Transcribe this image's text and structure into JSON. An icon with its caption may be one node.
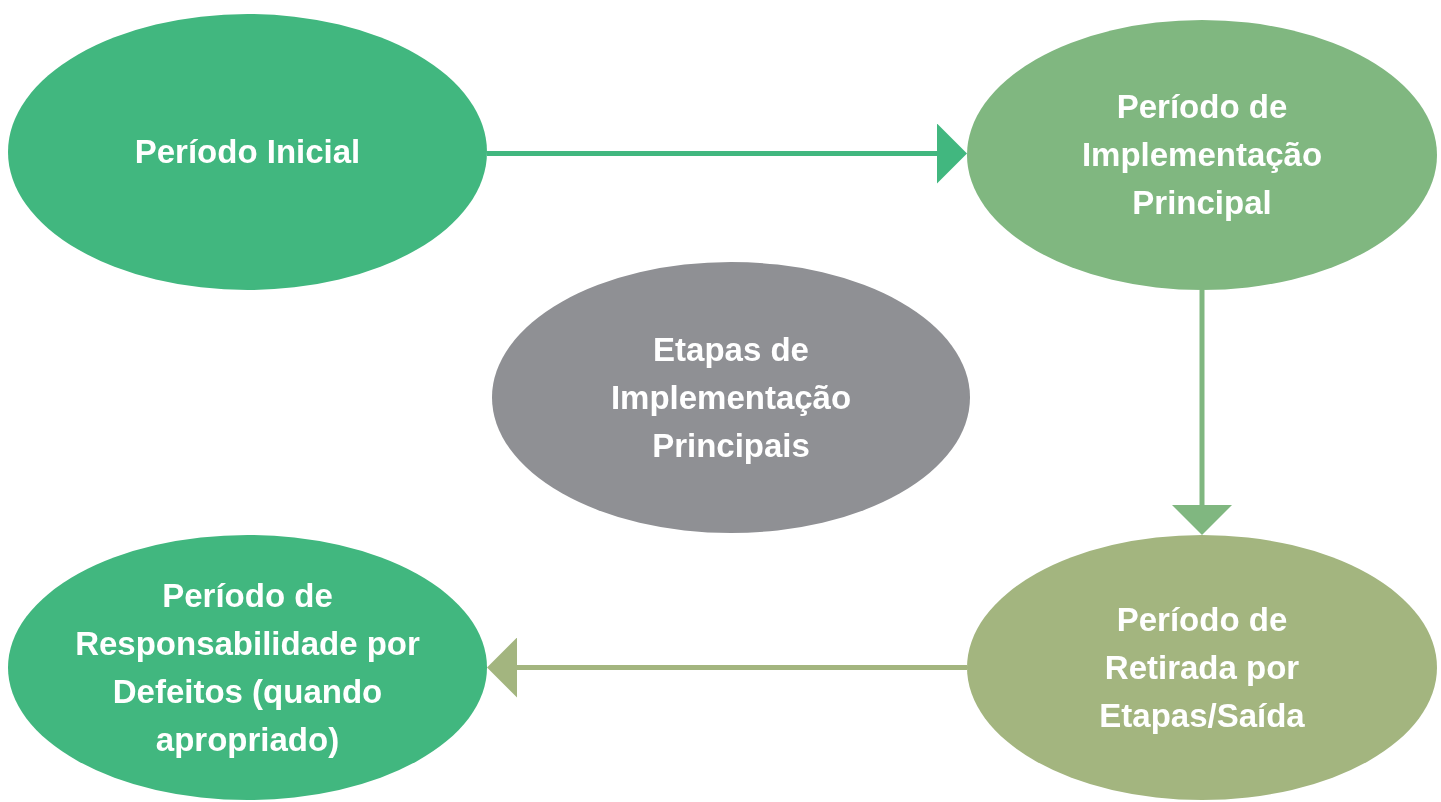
{
  "diagram": {
    "nodes": [
      {
        "text": [
          "Período Inicial"
        ]
      },
      {
        "text": [
          "Período de Implementação Principal"
        ]
      },
      {
        "text": [
          "Etapas de Implementação Principais"
        ]
      },
      {
        "text": [
          "Período de Responsabilidade por Defeitos (quando apropriado)"
        ]
      },
      {
        "text": [
          "Período de Retirada por Etapas/Saída"
        ]
      }
    ],
    "edges": [
      {
        "from": 0,
        "to": 1,
        "arrow": "to",
        "color": "#41b77f"
      },
      {
        "from": 1,
        "to": 4,
        "arrow": "to",
        "color": "#80b780"
      },
      {
        "from": 4,
        "to": 3,
        "arrow": "to",
        "color": "#a3b57f"
      }
    ]
  }
}
